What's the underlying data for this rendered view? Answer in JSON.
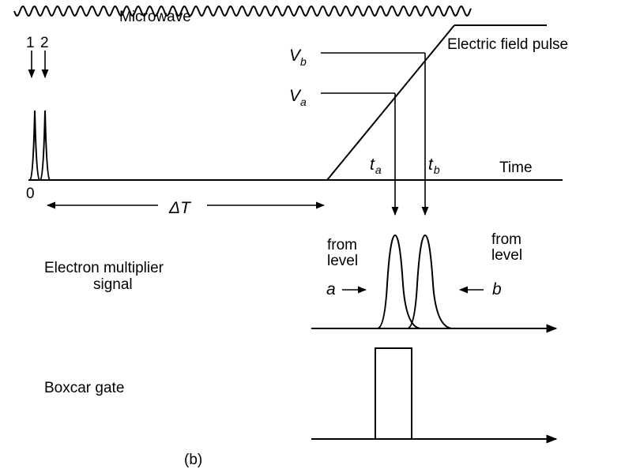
{
  "labels": {
    "microwave": "Microwave",
    "electric_field_pulse": "Electric field pulse",
    "pulse_1": "1",
    "pulse_2": "2",
    "vb_main": "V",
    "vb_sub": "b",
    "va_main": "V",
    "va_sub": "a",
    "ta_main": "t",
    "ta_sub": "a",
    "tb_main": "t",
    "tb_sub": "b",
    "time": "Time",
    "zero": "0",
    "delta_t": "ΔT",
    "from_level_a_line1": "from",
    "from_level_a_line2": "level",
    "from_level_b_line1": "from",
    "from_level_b_line2": "level",
    "level_a": "a",
    "level_b": "b",
    "electron_multiplier_line1": "Electron multiplier",
    "electron_multiplier_line2": "signal",
    "boxcar_gate": "Boxcar gate",
    "panel": "(b)"
  }
}
